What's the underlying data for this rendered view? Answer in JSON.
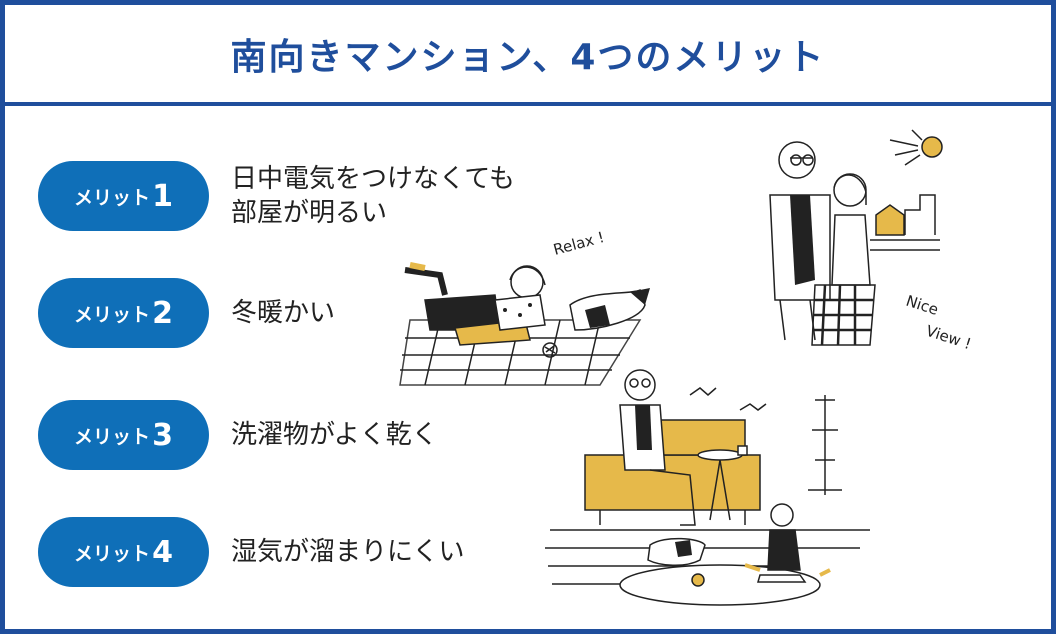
{
  "title": "南向きマンション、4つのメリット",
  "merits": [
    {
      "label": "メリット",
      "number": "1",
      "lines": [
        "日中電気をつけなくても",
        "部屋が明るい"
      ]
    },
    {
      "label": "メリット",
      "number": "2",
      "lines": [
        "冬暖かい"
      ]
    },
    {
      "label": "メリット",
      "number": "3",
      "lines": [
        "洗濯物がよく乾く"
      ]
    },
    {
      "label": "メリット",
      "number": "4",
      "lines": [
        "湿気が溜まりにくい"
      ]
    }
  ],
  "illustrations": {
    "relax_text": "Relax !",
    "nice_text": "Nice",
    "view_text": "View !"
  },
  "colors": {
    "brand_blue": "#1f4e9c",
    "pill_blue": "#0f6fb8",
    "mustard": "#e6b94a"
  }
}
